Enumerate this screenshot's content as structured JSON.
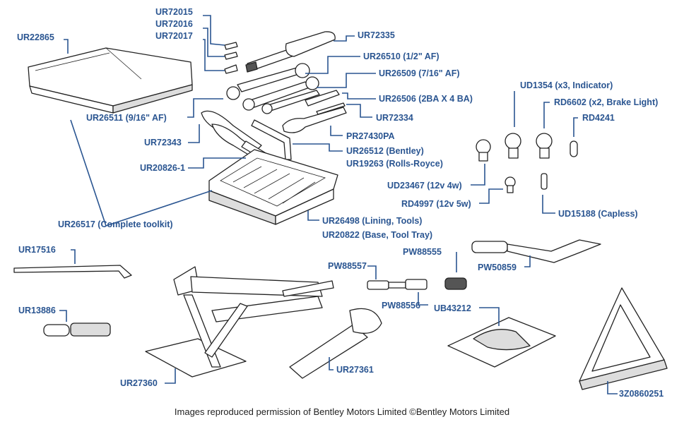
{
  "colors": {
    "label": "#2a5591",
    "line_art": "#222222",
    "credit": "#222222"
  },
  "labels": {
    "ur72015": "UR72015",
    "ur72016": "UR72016",
    "ur72017": "UR72017",
    "ur22865": "UR22865",
    "ur72335": "UR72335",
    "ur26510": "UR26510 (1/2\" AF)",
    "ur26509": "UR26509 (7/16\" AF)",
    "ur26506": "UR26506 (2BA X 4 BA)",
    "ur72334": "UR72334",
    "ur26511": "UR26511 (9/16\" AF)",
    "pr27430pa": "PR27430PA",
    "ur72343": "UR72343",
    "ur26512": "UR26512 (Bentley)",
    "ur19263": "UR19263 (Rolls-Royce)",
    "ur20826": "UR20826-1",
    "ur26498": "UR26498 (Lining, Tools)",
    "ur20822": "UR20822 (Base, Tool Tray)",
    "ur26517": "UR26517 (Complete toolkit)",
    "ud1354": "UD1354 (x3, Indicator)",
    "rd6602": "RD6602 (x2, Brake Light)",
    "rd4241": "RD4241",
    "ud23467": "UD23467 (12v 4w)",
    "rd4997": "RD4997 (12v 5w)",
    "ud15188": "UD15188 (Capless)",
    "ur17516": "UR17516",
    "ur13886": "UR13886",
    "pw88555": "PW88555",
    "pw88557": "PW88557",
    "pw50859": "PW50859",
    "pw88556": "PW88556",
    "ub43212": "UB43212",
    "ur27360": "UR27360",
    "ur27361": "UR27361",
    "z3z0860251": "3Z0860251"
  },
  "credit": "Images reproduced permission of Bentley Motors Limited ©Bentley Motors Limited"
}
